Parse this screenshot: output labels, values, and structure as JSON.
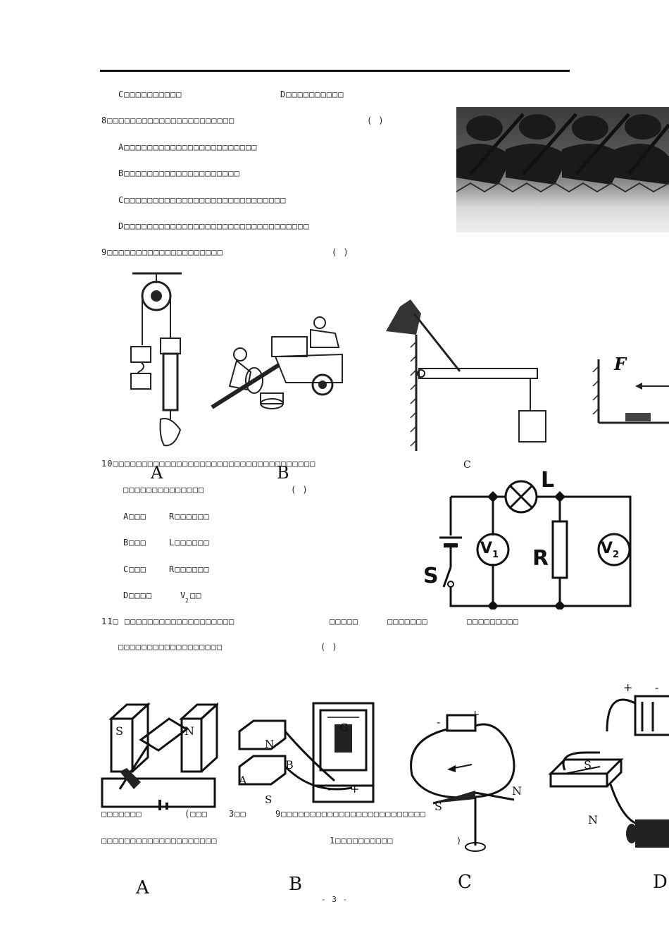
{
  "q7": {
    "optC": "C□□□□□□□□□□",
    "optD": "D□□□□□□□□□□"
  },
  "q8": {
    "stem": "8□□□□□□□□□□□□□□□□□□□□□□",
    "paren": "(    )",
    "optA": "A□□□□□□□□□□□□□□□□□□□□□□□",
    "optB": "B□□□□□□□□□□□□□□□□□□□□",
    "optC": "C□□□□□□□□□□□□□□□□□□□□□□□□□□□□",
    "optD": "D□□□□□□□□□□□□□□□□□□□□□□□□□□□□□□□□"
  },
  "q9": {
    "stem": "9□□□□□□□□□□□□□□□□□□□□",
    "paren": "(    )",
    "label_a": "A",
    "label_b": "B",
    "label_c": "C",
    "label_f": "F"
  },
  "q10": {
    "stem": "10□□□□□□□□□□□□□□□□□□□□□□□□□□□□□□□□□□□",
    "stem2": "□□□□□□□□□□□□□□",
    "paren": "(    )",
    "optA_a": "A□□□",
    "optA_b": "R□□□□□□",
    "optB_a": "B□□□",
    "optB_b": "L□□□□□□",
    "optC_a": "C□□□",
    "optC_b": "R□□□□□□",
    "optD_a": "D□□□□",
    "optD_b": "V",
    "optD_sub": "2",
    "optD_c": "□□",
    "circuit": {
      "lamp": "L",
      "resistor": "R",
      "switch": "S",
      "v1": "V",
      "v1_sub": "1",
      "v2": "V",
      "v2_sub": "2"
    }
  },
  "q11": {
    "stem_a": "11□ □□□□□□□□□□□□□□□□□□□",
    "stem_b": "□□□□□",
    "stem_c": "□□□□□□□",
    "stem_d": "□□□□□□□□□",
    "stem2": "□□□□□□□□□□□□□□□□□□",
    "paren": "(    )",
    "label_a": "A",
    "label_b": "B",
    "label_c": "C",
    "label_d": "D",
    "fig_a": {
      "s": "S",
      "n": "N"
    },
    "fig_b": {
      "g": "G",
      "b": "B",
      "a": "A",
      "n": "N",
      "s": "S",
      "minus": "-",
      "plus": "+"
    },
    "fig_c": {
      "s": "S",
      "n": "N",
      "minus": "-",
      "plus": "+"
    },
    "fig_d": {
      "s": "S",
      "n": "N",
      "minus": "-",
      "plus": "+"
    }
  },
  "q12": {
    "line1_a": "□□□□□□□",
    "line1_b": "(□□□",
    "line1_c": "3□□",
    "line1_d": "9□□□□□□□□□□□□□□□□□□□□□□□□□",
    "line2_a": "□□□□□□□□□□□□□□□□□□□□",
    "line2_b": "1□□□□□□□□□□",
    "line2_c": ")"
  },
  "footer": {
    "page": "- 3 -"
  }
}
